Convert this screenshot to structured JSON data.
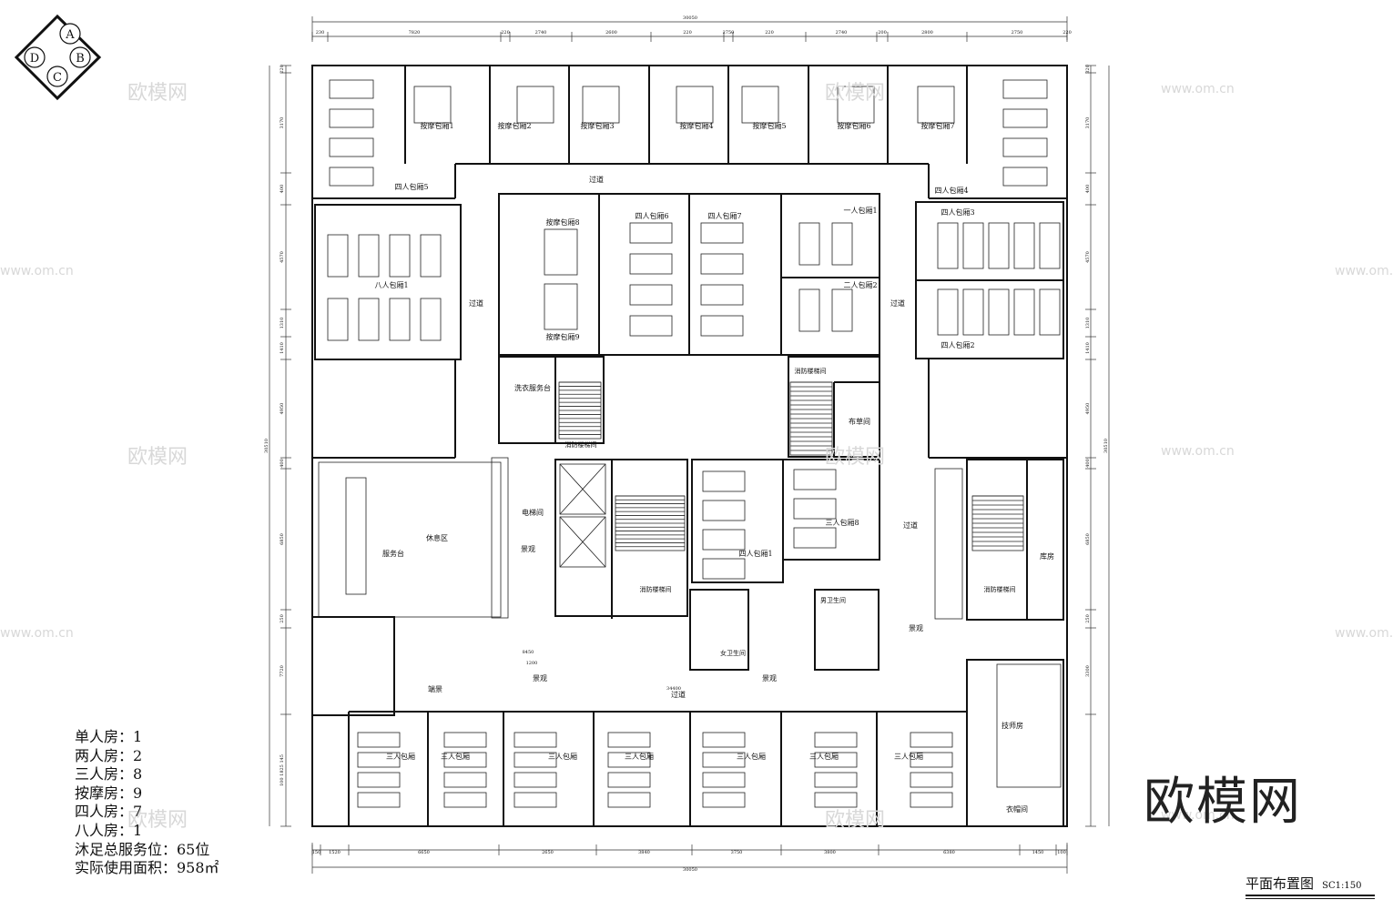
{
  "compass": {
    "labels": [
      "A",
      "B",
      "C",
      "D"
    ]
  },
  "legend": [
    "单人房：1",
    "两人房：2",
    "三人房：8",
    "按摩房：9",
    "四人房：7",
    "八人房：1",
    "沐足总服务位：65位",
    "实际使用面积：958㎡"
  ],
  "title": {
    "main": "平面布置图",
    "scale": "SC1:150"
  },
  "brand": "欧模网",
  "watermark": {
    "name": "欧模网",
    "url": "www.om.cn"
  },
  "rooms": {
    "massage": [
      "按摩包厢1",
      "按摩包厢2",
      "按摩包厢3",
      "按摩包厢4",
      "按摩包厢5",
      "按摩包厢6",
      "按摩包厢7",
      "按摩包厢8",
      "按摩包厢9"
    ],
    "four_person": [
      "四人包厢5",
      "四人包厢4",
      "四人包厢6",
      "四人包厢7",
      "四人包厢3",
      "四人包厢2",
      "四人包厢1"
    ],
    "single": "一人包厢1",
    "double": "二人包厢2",
    "eight_person": "八人包厢1",
    "three_person_left": "三人包厢8",
    "three_person_row": [
      "三人包厢",
      "三人包厢",
      "三人包厢",
      "三人包厢",
      "三人包厢",
      "三人包厢",
      "三人包厢"
    ],
    "corridor": "过道",
    "laundry": "洗衣服务台",
    "fire_stair": "消防楼梯间",
    "linen": "布草间",
    "elevator": "电梯间",
    "rest": "休息区",
    "service": "服务台",
    "landscape": "景观",
    "end_view": "端景",
    "storage": "库房",
    "toilets": "男卫生间",
    "toilets_f": "女卫生间",
    "tech_room": "技师房",
    "locker": "衣帽间"
  },
  "dims": {
    "top_total": "30050",
    "bottom_total": "30050",
    "side_total": "30510",
    "top": [
      "230",
      "7820",
      "220",
      "2740",
      "2600",
      "220",
      "2750",
      "220",
      "2740",
      "200",
      "2800",
      "2750",
      "220"
    ],
    "bottom": [
      "150",
      "1520",
      "6650",
      "2650",
      "3840",
      "3750",
      "3800",
      "6380",
      "1450",
      "100"
    ],
    "left": [
      "220",
      "3170",
      "400",
      "4570",
      "1310",
      "1410",
      "4950",
      "400",
      "6850",
      "250",
      "7720",
      "100 1825 145"
    ],
    "right": [
      "320",
      "3170",
      "400",
      "4570",
      "1310",
      "1410",
      "4950",
      "400",
      "6850",
      "250",
      "3300"
    ],
    "inner": [
      "8450",
      "1200",
      "34400"
    ]
  }
}
